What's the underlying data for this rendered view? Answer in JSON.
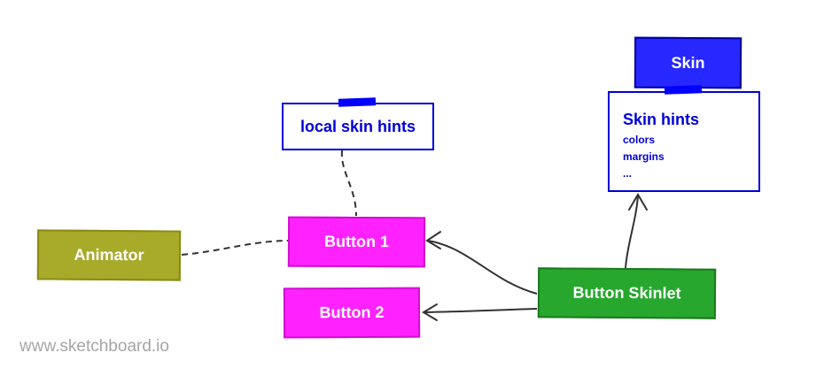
{
  "nodes": {
    "animator": "Animator",
    "button1": "Button 1",
    "button2": "Button 2",
    "button_skinlet": "Button Skinlet",
    "skin": "Skin"
  },
  "notes": {
    "local_skin_hints": "local skin hints",
    "skin_hints": {
      "title": "Skin hints",
      "items": [
        "colors",
        "margins",
        "..."
      ]
    }
  },
  "watermark": "www.sketchboard.io",
  "colors": {
    "animator_fill": "#a8aa2a",
    "animator_border": "#8a8a14",
    "button_fill": "#ff22ff",
    "button_border": "#d010d0",
    "skinlet_fill": "#27a72d",
    "skinlet_border": "#1a7a1e",
    "skin_fill": "#2727ff",
    "skin_border": "#00009a",
    "note_border": "#0000d8",
    "note_text": "#0000d8",
    "connector": "#333333"
  }
}
